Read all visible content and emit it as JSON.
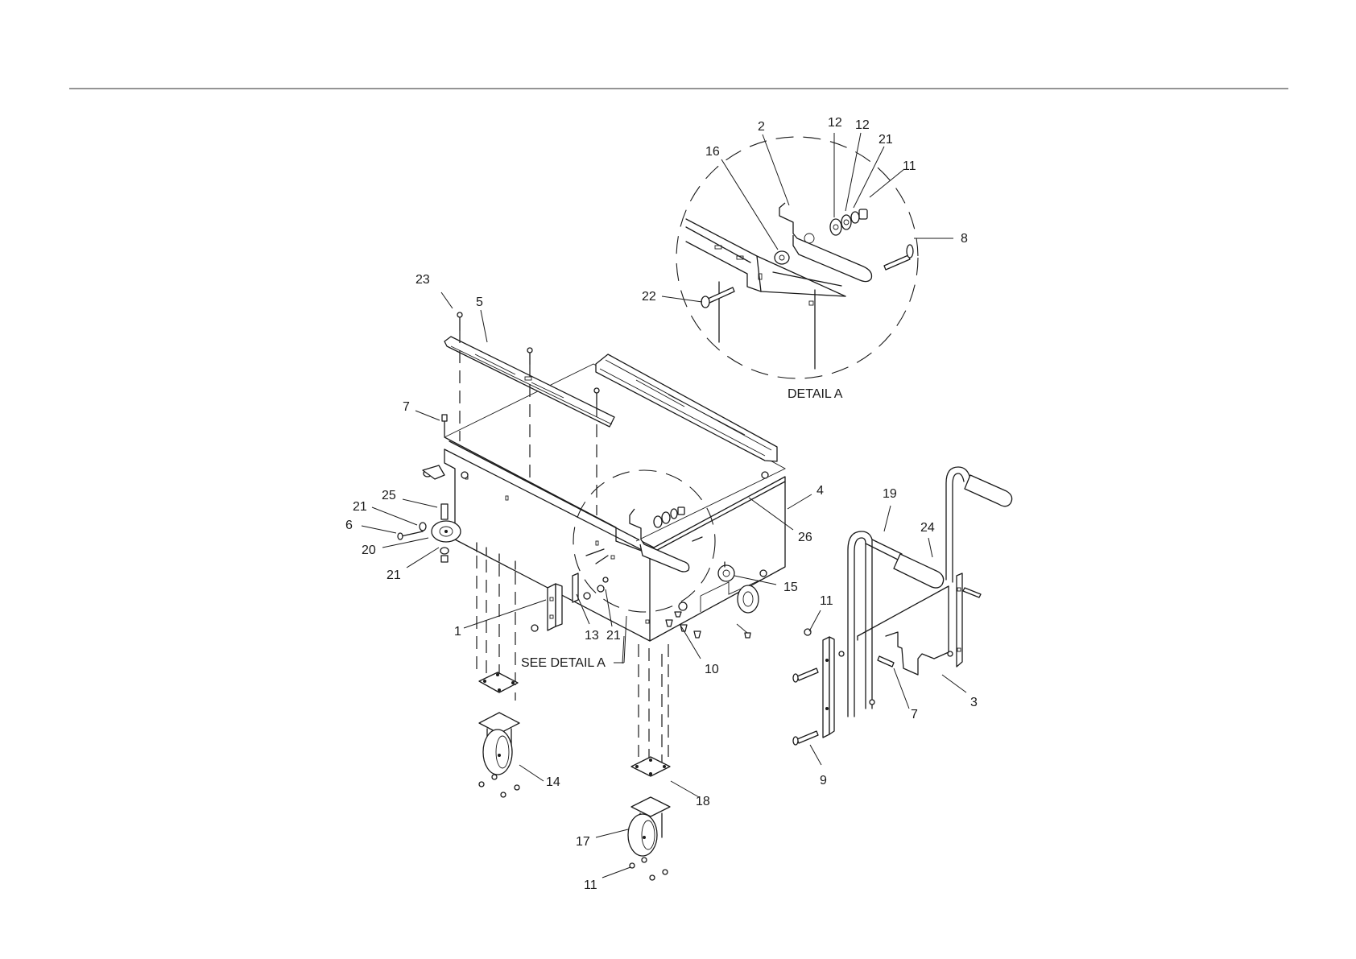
{
  "callouts": [
    {
      "id": "c-23",
      "text": "23"
    },
    {
      "id": "c-5",
      "text": "5"
    },
    {
      "id": "c-7a",
      "text": "7"
    },
    {
      "id": "c-25",
      "text": "25"
    },
    {
      "id": "c-21a",
      "text": "21"
    },
    {
      "id": "c-6",
      "text": "6"
    },
    {
      "id": "c-20",
      "text": "20"
    },
    {
      "id": "c-21b",
      "text": "21"
    },
    {
      "id": "c-1",
      "text": "1"
    },
    {
      "id": "c-13",
      "text": "13"
    },
    {
      "id": "c-21c",
      "text": "21"
    },
    {
      "id": "c-14",
      "text": "14"
    },
    {
      "id": "c-17",
      "text": "17"
    },
    {
      "id": "c-11a",
      "text": "11"
    },
    {
      "id": "c-18",
      "text": "18"
    },
    {
      "id": "c-10",
      "text": "10"
    },
    {
      "id": "c-15",
      "text": "15"
    },
    {
      "id": "c-26",
      "text": "26"
    },
    {
      "id": "c-4",
      "text": "4"
    },
    {
      "id": "c-19",
      "text": "19"
    },
    {
      "id": "c-24",
      "text": "24"
    },
    {
      "id": "c-11b",
      "text": "11"
    },
    {
      "id": "c-7b",
      "text": "7"
    },
    {
      "id": "c-3",
      "text": "3"
    },
    {
      "id": "c-9",
      "text": "9"
    },
    {
      "id": "c-2",
      "text": "2"
    },
    {
      "id": "c-16",
      "text": "16"
    },
    {
      "id": "c-12a",
      "text": "12"
    },
    {
      "id": "c-12b",
      "text": "12"
    },
    {
      "id": "c-21d",
      "text": "21"
    },
    {
      "id": "c-11c",
      "text": "11"
    },
    {
      "id": "c-8",
      "text": "8"
    },
    {
      "id": "c-22",
      "text": "22"
    }
  ],
  "labels": {
    "detail_title": "DETAIL A",
    "see_detail": "SEE DETAIL A"
  }
}
